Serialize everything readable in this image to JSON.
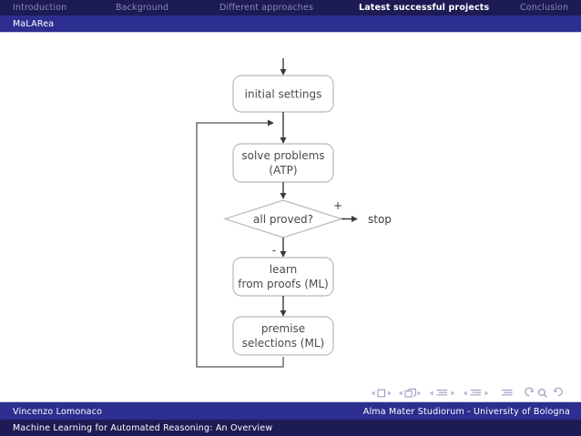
{
  "header": {
    "sections": [
      {
        "label": "Introduction",
        "active": false
      },
      {
        "label": "Background",
        "active": false
      },
      {
        "label": "Different approaches",
        "active": false
      },
      {
        "label": "Latest successful projects",
        "active": true
      },
      {
        "label": "Conclusion",
        "active": false
      }
    ],
    "subtitle": "MaLARea"
  },
  "diagram": {
    "nodes": [
      {
        "id": "initial",
        "type": "process",
        "lines": [
          "initial settings"
        ]
      },
      {
        "id": "solve",
        "type": "process",
        "lines": [
          "solve problems",
          "(ATP)"
        ]
      },
      {
        "id": "decision",
        "type": "decision",
        "lines": [
          "all proved?"
        ]
      },
      {
        "id": "learn",
        "type": "process",
        "lines": [
          "learn",
          "from proofs (ML)"
        ]
      },
      {
        "id": "premise",
        "type": "process",
        "lines": [
          "premise",
          "selections (ML)"
        ]
      },
      {
        "id": "stop",
        "type": "terminal",
        "lines": [
          "stop"
        ]
      }
    ],
    "edge_labels": {
      "yes": "+",
      "no": "-"
    }
  },
  "footer": {
    "author": "Vincenzo Lomonaco",
    "institution": "Alma Mater Studiorum - University of Bologna",
    "talk_title": "Machine Learning for Automated Reasoning: An Overview"
  },
  "colors": {
    "header_dark": "#1d1b54",
    "header_blue": "#2c2f8f",
    "nav_inactive": "#8a88b4",
    "nav_active": "#ffffff",
    "box_stroke": "#b9b9b9",
    "text_gray": "#4a4a4a",
    "arrow": "#3a3a3a",
    "loop_line": "#6e6e6e"
  }
}
